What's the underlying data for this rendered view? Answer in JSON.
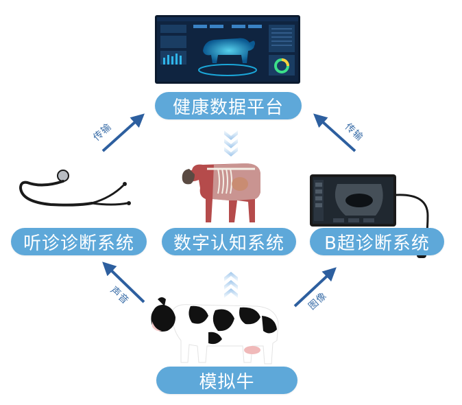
{
  "nodes": {
    "platform": "健康数据平台",
    "auscultation": "听诊诊断系统",
    "digital": "数字认知系统",
    "bultrasound": "B超诊断系统",
    "simcow": "模拟牛"
  },
  "edges": {
    "left_top": "传输",
    "right_top": "传输",
    "left_bottom": "声音",
    "right_bottom": "图像"
  },
  "colors": {
    "pill": "#5ea8d9",
    "arrow": "#2d5f9f",
    "screen": "#0b1a2e",
    "glow": "#1ec8ff"
  }
}
